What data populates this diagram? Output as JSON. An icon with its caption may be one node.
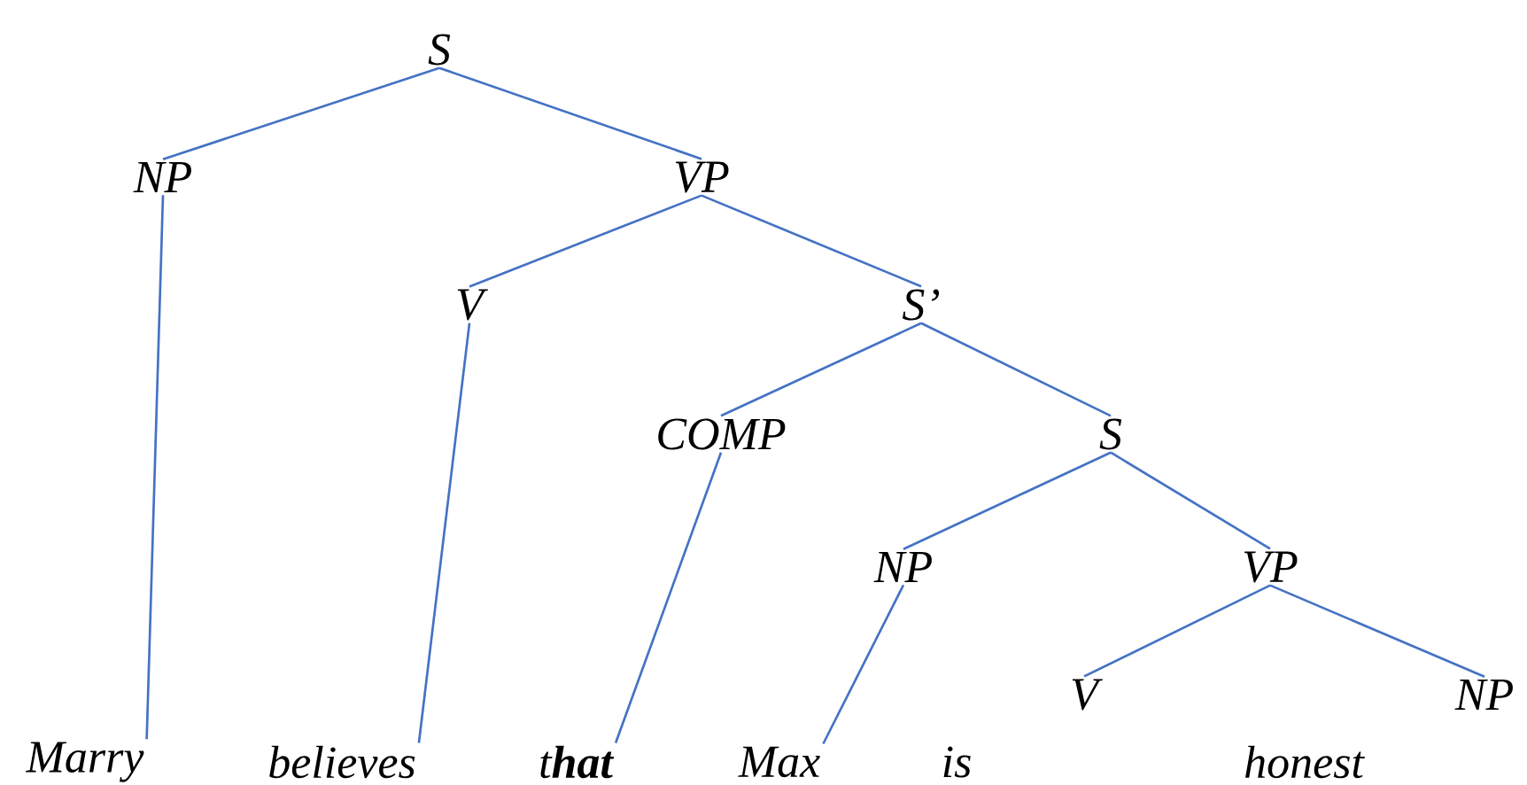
{
  "diagram": {
    "nodes": [
      {
        "text": [
          "S"
        ]
      },
      {
        "text": [
          "NP"
        ]
      },
      {
        "text": [
          "VP"
        ]
      },
      {
        "text": [
          "V"
        ]
      },
      {
        "text": [
          "S’"
        ]
      },
      {
        "text": [
          "COMP"
        ]
      },
      {
        "text": [
          "S"
        ]
      },
      {
        "text": [
          "NP"
        ]
      },
      {
        "text": [
          "VP"
        ]
      },
      {
        "text": [
          "V"
        ]
      },
      {
        "text": [
          "NP"
        ]
      },
      {
        "text": [
          "Marry"
        ]
      },
      {
        "text": [
          "believes"
        ]
      },
      {
        "text": [
          "t**hat**"
        ]
      },
      {
        "text": [
          "Max"
        ]
      },
      {
        "text": [
          "is"
        ]
      },
      {
        "text": [
          "honest"
        ]
      }
    ],
    "edges": [
      {
        "from": 0,
        "to": 1,
        "arrow": "none"
      },
      {
        "from": 0,
        "to": 2,
        "arrow": "none"
      },
      {
        "from": 2,
        "to": 3,
        "arrow": "none"
      },
      {
        "from": 2,
        "to": 4,
        "arrow": "none"
      },
      {
        "from": 4,
        "to": 5,
        "arrow": "none"
      },
      {
        "from": 4,
        "to": 6,
        "arrow": "none"
      },
      {
        "from": 6,
        "to": 7,
        "arrow": "none"
      },
      {
        "from": 6,
        "to": 8,
        "arrow": "none"
      },
      {
        "from": 8,
        "to": 9,
        "arrow": "none"
      },
      {
        "from": 8,
        "to": 10,
        "arrow": "none"
      },
      {
        "from": 1,
        "to": 11,
        "arrow": "none"
      },
      {
        "from": 3,
        "to": 12,
        "arrow": "none"
      },
      {
        "from": 5,
        "to": 13,
        "arrow": "none"
      },
      {
        "from": 7,
        "to": 14,
        "arrow": "none"
      }
    ]
  }
}
